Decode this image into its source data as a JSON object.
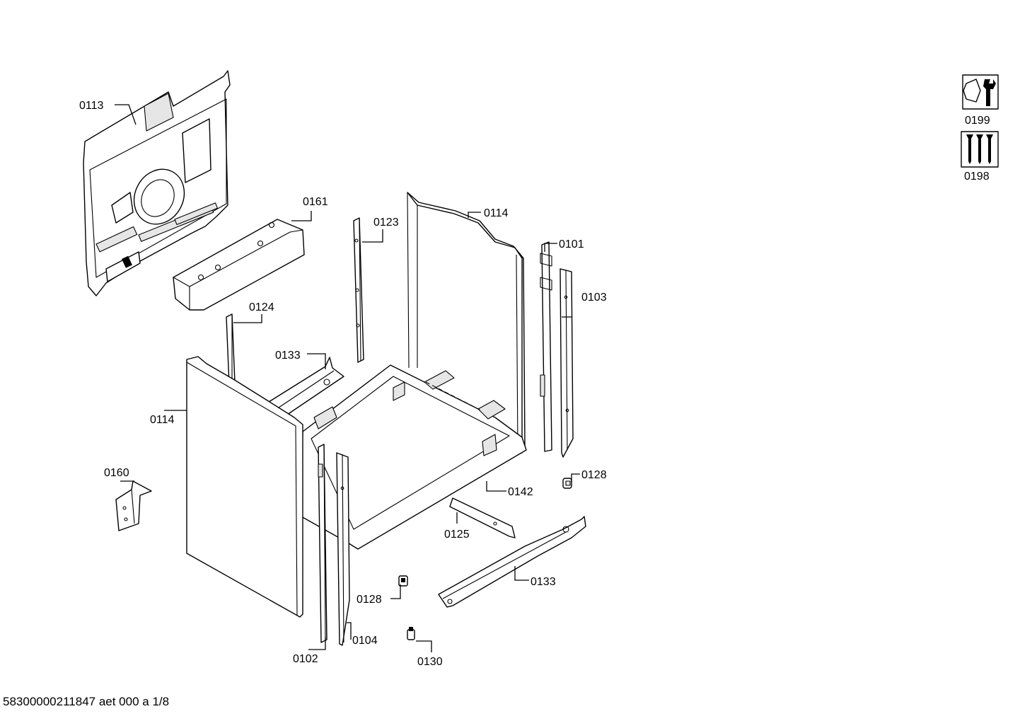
{
  "document": {
    "footer_code": "58300000211847 aet 000 a 1/8"
  },
  "tool_icons": [
    {
      "name": "wrench-nut-icon",
      "label": "0199"
    },
    {
      "name": "screws-icon",
      "label": "0198"
    }
  ],
  "callouts": {
    "c0113": "0113",
    "c0161": "0161",
    "c0123": "0123",
    "c0114_top": "0114",
    "c0101": "0101",
    "c0103": "0103",
    "c0124": "0124",
    "c0133_top": "0133",
    "c0114_side": "0114",
    "c0160": "0160",
    "c0128_right": "0128",
    "c0142": "0142",
    "c0125": "0125",
    "c0133_bottom": "0133",
    "c0128_bottom": "0128",
    "c0104": "0104",
    "c0102": "0102",
    "c0130": "0130"
  },
  "colors": {
    "line": "#000000",
    "background": "#ffffff",
    "fill_light": "#e6e6e6"
  }
}
